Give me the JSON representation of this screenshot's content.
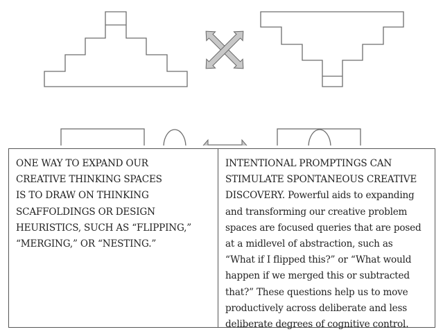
{
  "diagram": {
    "top_left_shape": "stepped-pyramid",
    "top_center_icon": "crossed-double-arrows",
    "top_right_shape": "inverted-stepped-pyramid",
    "bottom_left_shapes": "rectangle-and-ellipse",
    "bottom_center_icon": "horizontal-double-arrow",
    "bottom_right_shape": "rectangle-with-nested-ellipse",
    "colors": {
      "stroke": "#6d6d6d",
      "arrow_fill": "#c8c8c8",
      "border": "#555555"
    }
  },
  "table": {
    "left_text": "ONE WAY TO EXPAND OUR\nCREATIVE THINKING SPACES\nIS TO DRAW ON THINKING\nSCAFFOLDINGS OR DESIGN\nHEURISTICS, SUCH AS “FLIPPING,”\n“MERGING,” OR “NESTING.”",
    "right_text": "INTENTIONAL PROMPTINGS  CAN\nSTIMULATE SPONTANEOUS CREATIVE\nDISCOVERY. Powerful aids to expanding\nand transforming our creative problem\nspaces are focused queries that are posed\nat a midlevel of abstraction, such as\n“What if I flipped this?” or “What would\nhappen if we merged this or subtracted\nthat?” These questions help us to move\nproductively across deliberate and less\ndeliberate degrees of cognitive control."
  }
}
